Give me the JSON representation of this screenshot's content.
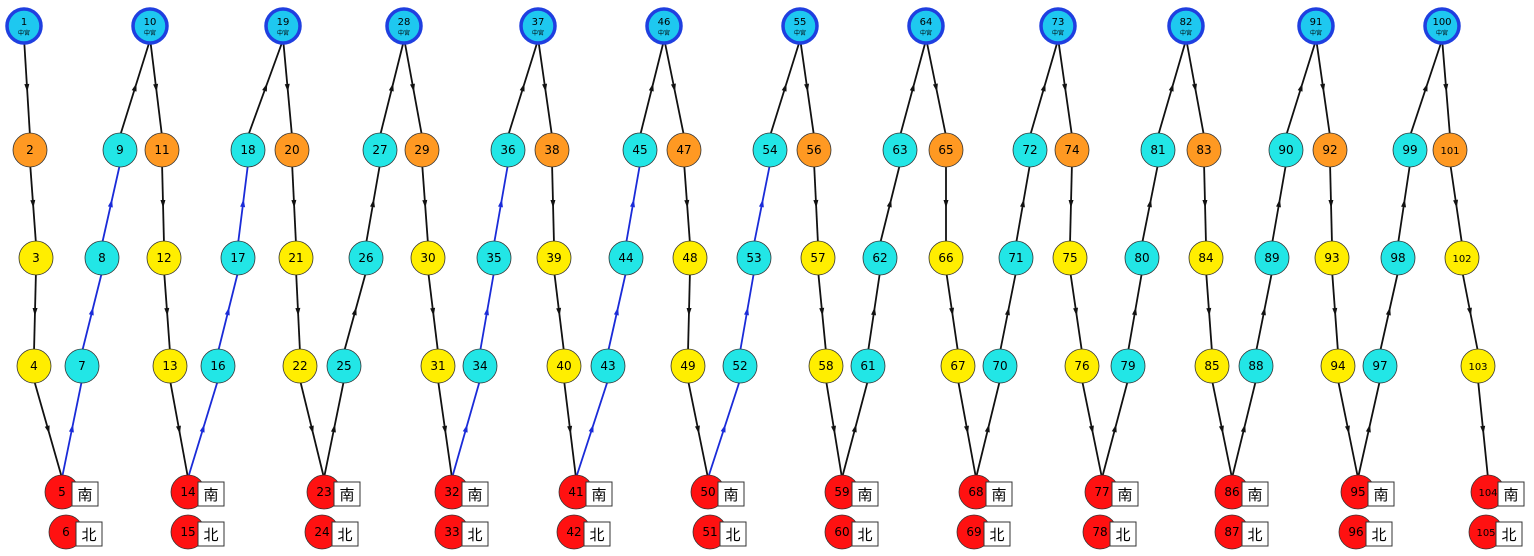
{
  "colors": {
    "hub": "#1ec8f0",
    "hub_ring": "#1f3fe0",
    "up": "#22e6e6",
    "down_top": "#ff9922",
    "down": "#ffee00",
    "end": "#ff1111",
    "edge": "#111111",
    "edge_up_alt": "#1a2bd8"
  },
  "hub_sublabel": "中宮",
  "south_tag": "南",
  "north_tag": "北",
  "groups": [
    {
      "hub": "1",
      "up": [],
      "down": [
        "2",
        "3",
        "4"
      ],
      "south": "5",
      "north": "6",
      "alt_up": false
    },
    {
      "hub": "10",
      "up": [
        "9",
        "8",
        "7"
      ],
      "down": [
        "11",
        "12",
        "13"
      ],
      "south": "14",
      "north": "15",
      "alt_up": true
    },
    {
      "hub": "19",
      "up": [
        "18",
        "17",
        "16"
      ],
      "down": [
        "20",
        "21",
        "22"
      ],
      "south": "23",
      "north": "24",
      "alt_up": true
    },
    {
      "hub": "28",
      "up": [
        "27",
        "26",
        "25"
      ],
      "down": [
        "29",
        "30",
        "31"
      ],
      "south": "32",
      "north": "33",
      "alt_up": false
    },
    {
      "hub": "37",
      "up": [
        "36",
        "35",
        "34"
      ],
      "down": [
        "38",
        "39",
        "40"
      ],
      "south": "41",
      "north": "42",
      "alt_up": true
    },
    {
      "hub": "46",
      "up": [
        "45",
        "44",
        "43"
      ],
      "down": [
        "47",
        "48",
        "49"
      ],
      "south": "50",
      "north": "51",
      "alt_up": true
    },
    {
      "hub": "55",
      "up": [
        "54",
        "53",
        "52"
      ],
      "down": [
        "56",
        "57",
        "58"
      ],
      "south": "59",
      "north": "60",
      "alt_up": true
    },
    {
      "hub": "64",
      "up": [
        "63",
        "62",
        "61"
      ],
      "down": [
        "65",
        "66",
        "67"
      ],
      "south": "68",
      "north": "69",
      "alt_up": false
    },
    {
      "hub": "73",
      "up": [
        "72",
        "71",
        "70"
      ],
      "down": [
        "74",
        "75",
        "76"
      ],
      "south": "77",
      "north": "78",
      "alt_up": false
    },
    {
      "hub": "82",
      "up": [
        "81",
        "80",
        "79"
      ],
      "down": [
        "83",
        "84",
        "85"
      ],
      "south": "86",
      "north": "87",
      "alt_up": false
    },
    {
      "hub": "91",
      "up": [
        "90",
        "89",
        "88"
      ],
      "down": [
        "92",
        "93",
        "94"
      ],
      "south": "95",
      "north": "96",
      "alt_up": false
    },
    {
      "hub": "100",
      "up": [
        "99",
        "98",
        "97"
      ],
      "down": [
        "101",
        "102",
        "103"
      ],
      "south": "104",
      "north": "105",
      "alt_up": false
    }
  ]
}
